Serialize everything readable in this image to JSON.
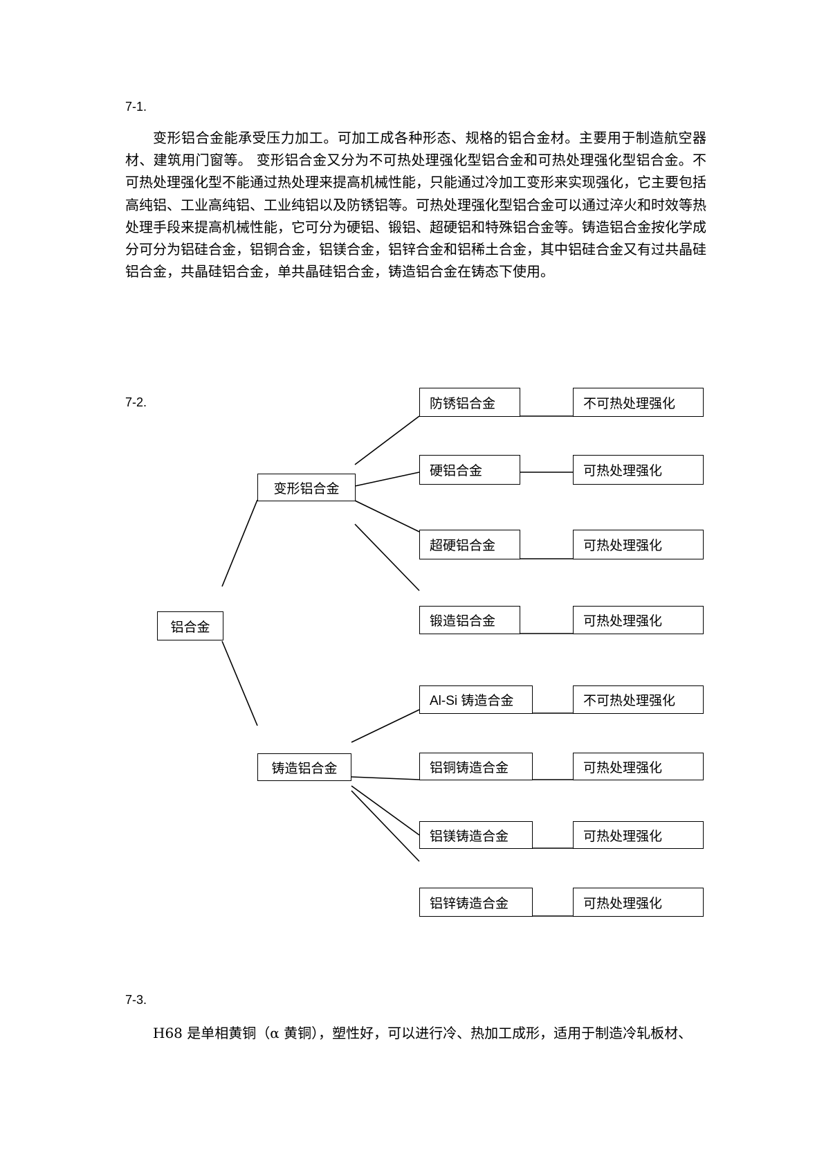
{
  "sections": {
    "s1_label": "7-1.",
    "s1_text": "变形铝合金能承受压力加工。可加工成各种形态、规格的铝合金材。主要用于制造航空器材、建筑用门窗等。 变形铝合金又分为不可热处理强化型铝合金和可热处理强化型铝合金。不可热处理强化型不能通过热处理来提高机械性能，只能通过冷加工变形来实现强化，它主要包括高纯铝、工业高纯铝、工业纯铝以及防锈铝等。可热处理强化型铝合金可以通过淬火和时效等热处理手段来提高机械性能，它可分为硬铝、锻铝、超硬铝和特殊铝合金等。铸造铝合金按化学成分可分为铝硅合金，铝铜合金，铝镁合金，铝锌合金和铝稀土合金，其中铝硅合金又有过共晶硅铝合金，共晶硅铝合金，单共晶硅铝合金，铸造铝合金在铸态下使用。",
    "s2_label": "7-2.",
    "s3_label": "7-3.",
    "s3_text": "H68 是单相黄铜（α 黄铜），塑性好，可以进行冷、热加工成形，适用于制造冷轧板材、"
  },
  "diagram": {
    "root": "铝合金",
    "mid": [
      "变形铝合金",
      "铸造铝合金"
    ],
    "leaves": [
      {
        "name": "防锈铝合金",
        "prop": "不可热处理强化"
      },
      {
        "name": "硬铝合金",
        "prop": "可热处理强化"
      },
      {
        "name": "超硬铝合金",
        "prop": "可热处理强化"
      },
      {
        "name": "锻造铝合金",
        "prop": "可热处理强化"
      },
      {
        "name": "Al-Si 铸造合金",
        "prop": "不可热处理强化"
      },
      {
        "name": "铝铜铸造合金",
        "prop": "可热处理强化"
      },
      {
        "name": "铝镁铸造合金",
        "prop": "可热处理强化"
      },
      {
        "name": "铝锌铸造合金",
        "prop": "可热处理强化"
      }
    ]
  }
}
